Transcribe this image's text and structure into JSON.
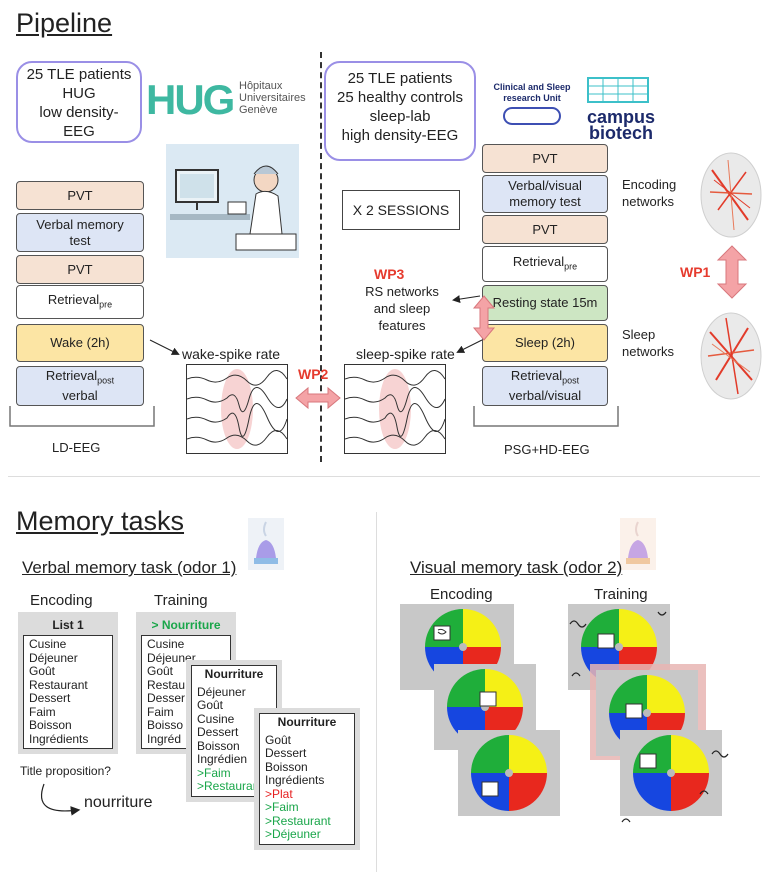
{
  "pipeline": {
    "title": "Pipeline",
    "left_box": [
      "25 TLE patients",
      "HUG",
      "low density-",
      "EEG"
    ],
    "hug_logo": "HUG",
    "hug_text": [
      "Hôpitaux",
      "Universitaires",
      "Genève"
    ],
    "right_box": [
      "25 TLE patients",
      "25 healthy controls",
      "sleep-lab",
      "high density-EEG"
    ],
    "cs_unit": [
      "Clinical and Sleep",
      "research Unit"
    ],
    "campus": [
      "campus",
      "biotech"
    ],
    "sessions": "X 2 SESSIONS",
    "left_steps": {
      "pvt1": "PVT",
      "verbal": [
        "Verbal memory",
        "test"
      ],
      "pvt2": "PVT",
      "retrieval_pre": "Retrieval",
      "retrieval_pre_sub": "pre",
      "wake": "Wake (2h)",
      "retrieval_post": "Retrieval",
      "retrieval_post_sub": "post",
      "retrieval_post_line2": "verbal"
    },
    "right_steps": {
      "pvt1": "PVT",
      "verbal_visual": [
        "Verbal/visual",
        "memory test"
      ],
      "pvt2": "PVT",
      "retrieval_pre": "Retrieval",
      "retrieval_pre_sub": "pre",
      "resting": "Resting state 15m",
      "sleep": "Sleep (2h)",
      "retrieval_post": "Retrieval",
      "retrieval_post_sub": "post",
      "retrieval_post_line2": "verbal/visual"
    },
    "wake_spike": "wake-spike rate",
    "sleep_spike": "sleep-spike rate",
    "wp1": "WP1",
    "wp2": "WP2",
    "wp3": "WP3",
    "wp3_text": [
      "RS networks",
      "and sleep",
      "features"
    ],
    "encoding_networks": [
      "Encoding",
      "networks"
    ],
    "sleep_networks": [
      "Sleep",
      "networks"
    ],
    "ld_eeg": "LD-EEG",
    "psg_hd": "PSG+HD-EEG"
  },
  "memory": {
    "title": "Memory tasks",
    "verbal_title": "Verbal memory task (odor 1)",
    "visual_title": "Visual memory task (odor 2)",
    "encoding": "Encoding",
    "training": "Training",
    "list1_title": "List 1",
    "list1": [
      "Cusine",
      "Déjeuner",
      "Goût",
      "Restaurant",
      "Dessert",
      "Faim",
      "Boisson",
      "Ingrédients"
    ],
    "training_head": "> Nourriture",
    "train1": [
      "Cusine",
      "Déjeuner",
      "Goût",
      "Restau",
      "Desser",
      "Faim",
      "Boisso",
      "Ingréd"
    ],
    "card2_title": "Nourriture",
    "card2": [
      "Déjeuner",
      "Goût",
      "Cusine",
      "Dessert",
      "Boisson",
      "Ingrédien"
    ],
    "card2_green": [
      ">Faim",
      ">Restaurant"
    ],
    "card3_title": "Nourriture",
    "card3": [
      "Goût",
      "Dessert",
      "Boisson",
      "Ingrédients"
    ],
    "card3_red": ">Plat",
    "card3_green": [
      ">Faim",
      ">Restaurant",
      ">Déjeuner"
    ],
    "title_prop": "Title proposition?",
    "nourriture": "nourriture"
  },
  "colors": {
    "purple_border": "#9a8fe6",
    "wp_red": "#e63b2e",
    "arrow_pink": "#f4a3a6",
    "quad_green": "#1fae3a",
    "quad_yellow": "#f5f016",
    "quad_blue": "#1646e0",
    "quad_red": "#e8281e"
  }
}
